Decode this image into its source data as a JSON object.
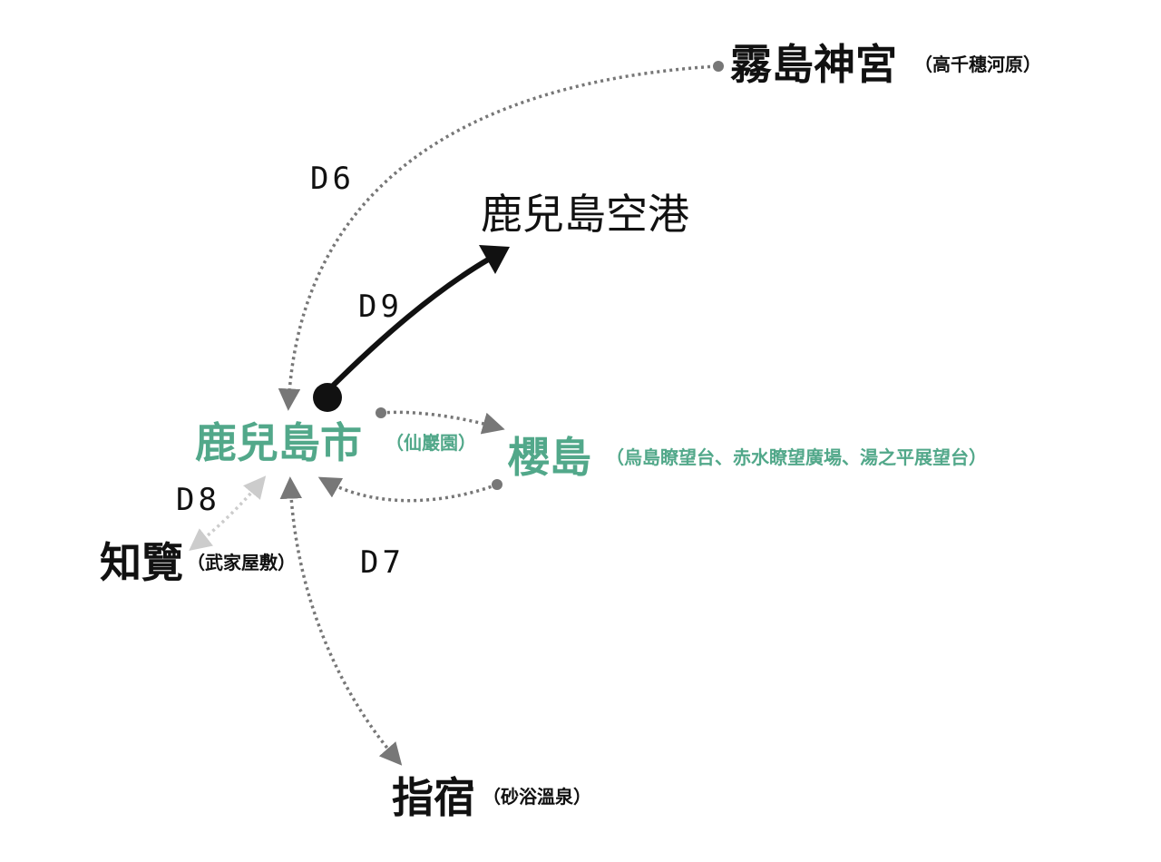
{
  "colors": {
    "accent": "#52a88a",
    "ink": "#111111",
    "route": "#777777",
    "route_light": "#cccccc"
  },
  "places": {
    "kirishima": {
      "name": "霧島神宮",
      "note": "（高千穗河原）"
    },
    "airport": {
      "name": "鹿兒島空港"
    },
    "kagoshima": {
      "name": "鹿兒島市",
      "note": "（仙巖園）"
    },
    "sakurajima": {
      "name": "櫻島",
      "note": "（烏島瞭望台、赤水瞭望廣場、湯之平展望台）"
    },
    "chiran": {
      "name": "知覽",
      "note": "（武家屋敷）"
    },
    "ibusuki": {
      "name": "指宿",
      "note": "（砂浴溫泉）"
    }
  },
  "days": {
    "d6": "D6",
    "d7": "D7",
    "d8": "D8",
    "d9": "D9"
  }
}
